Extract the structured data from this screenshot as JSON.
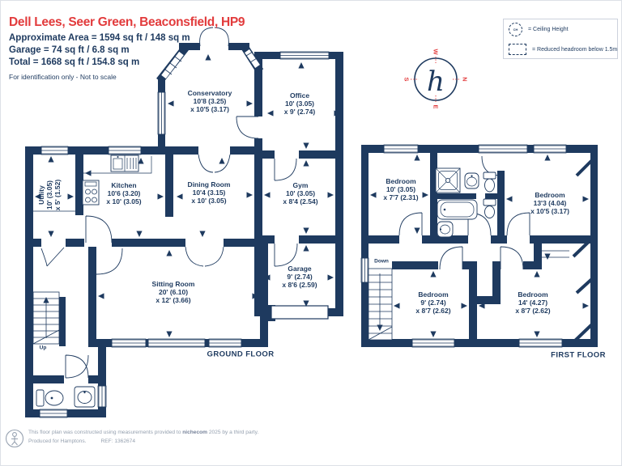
{
  "header": {
    "title": "Dell Lees, Seer Green, Beaconsfield, HP9",
    "area_line1": "Approximate Area = 1594 sq ft / 148 sq m",
    "area_line2": "Garage = 74 sq ft / 6.8 sq m",
    "area_line3": "Total = 1668 sq ft / 154.8 sq m",
    "disclaimer": "For identification only - Not to scale"
  },
  "legend": {
    "ceiling_height_symbol": "CH",
    "ceiling_height_label": "= Ceiling Height",
    "reduced_headroom_label": "= Reduced headroom below 1.5m"
  },
  "compass": {
    "n": "N",
    "e": "E",
    "s": "S",
    "w": "W",
    "logo": "h"
  },
  "ground_floor": {
    "label": "GROUND FLOOR",
    "stairs_label": "Up",
    "rooms": {
      "conservatory": {
        "name": "Conservatory",
        "d1": "10'8 (3.25)",
        "d2": "x 10'5 (3.17)"
      },
      "office": {
        "name": "Office",
        "d1": "10' (3.05)",
        "d2": "x 9' (2.74)"
      },
      "kitchen": {
        "name": "Kitchen",
        "d1": "10'6 (3.20)",
        "d2": "x 10' (3.05)"
      },
      "dining": {
        "name": "Dining Room",
        "d1": "10'4 (3.15)",
        "d2": "x 10' (3.05)"
      },
      "utility": {
        "name": "Utility",
        "d1": "10' (3.05)",
        "d2": "x 5' (1.52)"
      },
      "gym": {
        "name": "Gym",
        "d1": "10' (3.05)",
        "d2": "x 8'4 (2.54)"
      },
      "garage": {
        "name": "Garage",
        "d1": "9' (2.74)",
        "d2": "x 8'6 (2.59)"
      },
      "sitting": {
        "name": "Sitting Room",
        "d1": "20' (6.10)",
        "d2": "x 12' (3.66)"
      }
    }
  },
  "first_floor": {
    "label": "FIRST FLOOR",
    "stairs_label": "Down",
    "rooms": {
      "bedroom_tl": {
        "name": "Bedroom",
        "d1": "10' (3.05)",
        "d2": "x 7'7 (2.31)"
      },
      "bedroom_tr": {
        "name": "Bedroom",
        "d1": "13'3 (4.04)",
        "d2": "x 10'5 (3.17)"
      },
      "bedroom_bl": {
        "name": "Bedroom",
        "d1": "9' (2.74)",
        "d2": "x 8'7 (2.62)"
      },
      "bedroom_br": {
        "name": "Bedroom",
        "d1": "14' (4.27)",
        "d2": "x 8'7 (2.62)"
      }
    }
  },
  "footer": {
    "line1_prefix": "This floor plan was constructed using measurements provided to ",
    "brand": "nichecom",
    "line1_suffix": " 2025 by a third party.",
    "line2_left": "Produced for Hamptons.",
    "line2_ref": "REF: 1362674"
  },
  "colors": {
    "navy": "#1e3a5f",
    "red": "#e23b3c"
  }
}
